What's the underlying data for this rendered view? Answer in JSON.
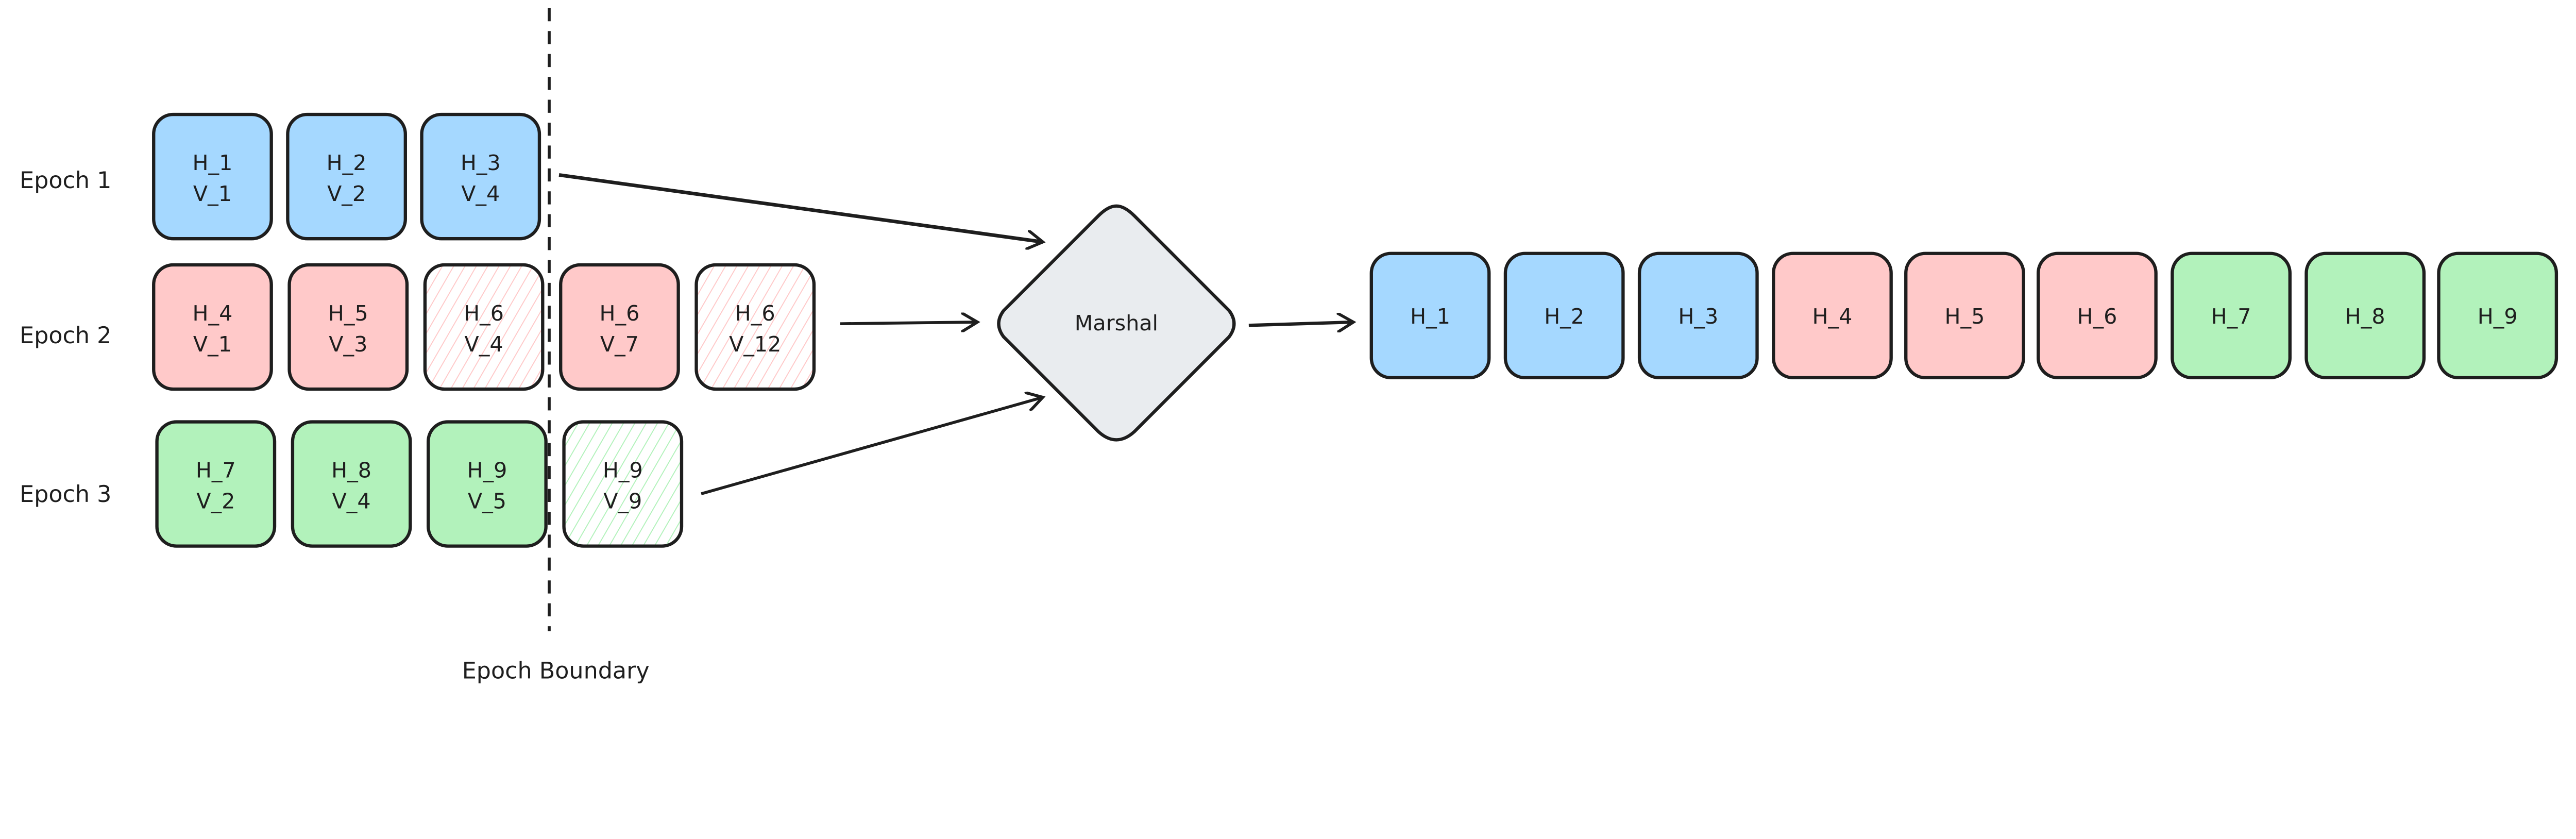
{
  "colors": {
    "blue": "#a5d8ff",
    "red": "#ffc9c9",
    "green": "#b2f2bb",
    "diamond": "#e9ecef",
    "stroke": "#1e1e1e"
  },
  "epochs": [
    {
      "label": "Epoch 1",
      "color": "blue",
      "boxes": [
        {
          "h": "H_1",
          "v": "V_1",
          "hatched": false
        },
        {
          "h": "H_2",
          "v": "V_2",
          "hatched": false
        },
        {
          "h": "H_3",
          "v": "V_4",
          "hatched": false
        }
      ]
    },
    {
      "label": "Epoch 2",
      "color": "red",
      "boxes": [
        {
          "h": "H_4",
          "v": "V_1",
          "hatched": false
        },
        {
          "h": "H_5",
          "v": "V_3",
          "hatched": false
        },
        {
          "h": "H_6",
          "v": "V_4",
          "hatched": true
        },
        {
          "h": "H_6",
          "v": "V_7",
          "hatched": false
        },
        {
          "h": "H_6",
          "v": "V_12",
          "hatched": true
        }
      ]
    },
    {
      "label": "Epoch 3",
      "color": "green",
      "boxes": [
        {
          "h": "H_7",
          "v": "V_2",
          "hatched": false
        },
        {
          "h": "H_8",
          "v": "V_4",
          "hatched": false
        },
        {
          "h": "H_9",
          "v": "V_5",
          "hatched": false
        },
        {
          "h": "H_9",
          "v": "V_9",
          "hatched": true
        }
      ]
    }
  ],
  "boundary_label": "Epoch Boundary",
  "marshal_label": "Marshal",
  "output": [
    {
      "h": "H_1",
      "color": "blue"
    },
    {
      "h": "H_2",
      "color": "blue"
    },
    {
      "h": "H_3",
      "color": "blue"
    },
    {
      "h": "H_4",
      "color": "red"
    },
    {
      "h": "H_5",
      "color": "red"
    },
    {
      "h": "H_6",
      "color": "red"
    },
    {
      "h": "H_7",
      "color": "green"
    },
    {
      "h": "H_8",
      "color": "green"
    },
    {
      "h": "H_9",
      "color": "green"
    }
  ]
}
